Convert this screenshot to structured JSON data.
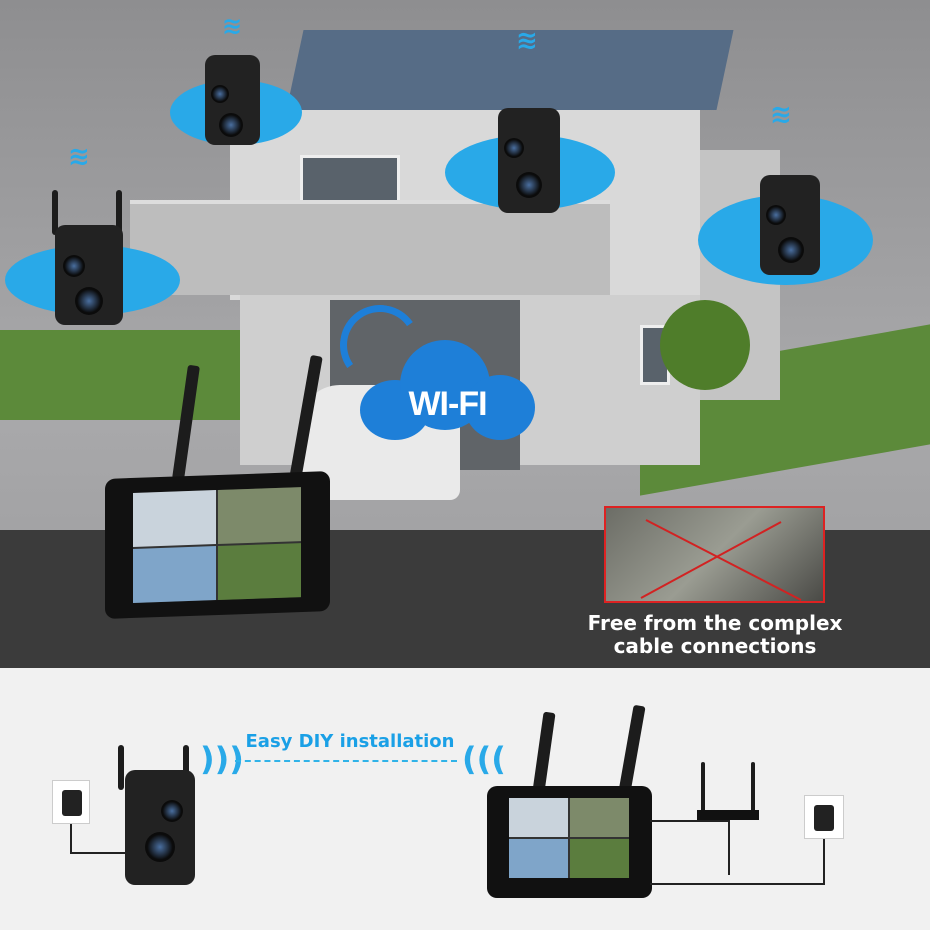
{
  "cloud_label": "WI-FI",
  "cable_caption": "Free from the complex cable connections",
  "install_label": "Easy DIY installation",
  "colors": {
    "accent": "#29a9e8",
    "cross": "#d22222",
    "band": "#3b3b3b",
    "background": "#f1f1f1"
  },
  "icons": [
    "wifi-icon",
    "camera-icon",
    "nvr-monitor-icon",
    "router-icon",
    "power-adapter-icon",
    "cloud-icon"
  ]
}
